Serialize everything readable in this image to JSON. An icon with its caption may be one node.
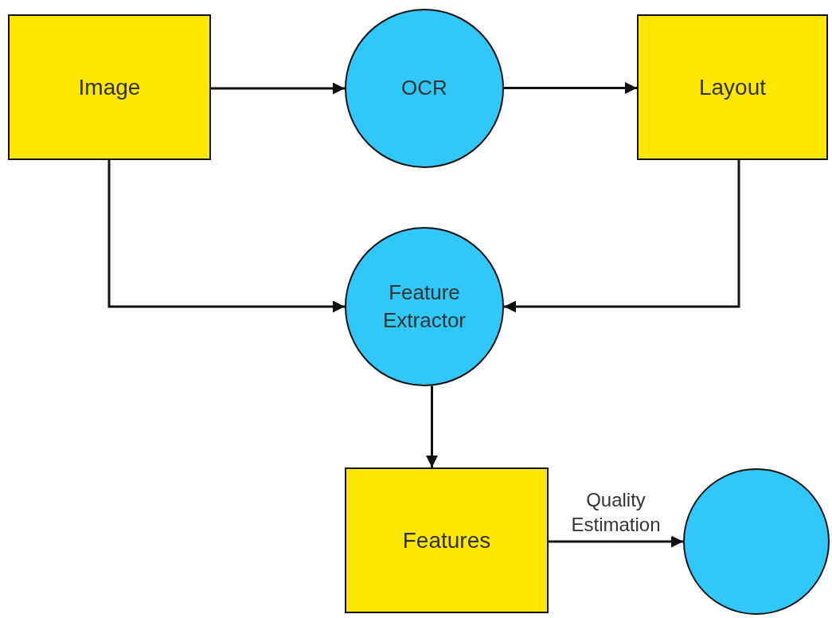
{
  "diagram": {
    "nodes": [
      {
        "text": [
          "Image"
        ]
      },
      {
        "text": [
          "OCR"
        ]
      },
      {
        "text": [
          "Layout"
        ]
      },
      {
        "text": [
          "Feature Extractor"
        ]
      },
      {
        "text": [
          "Features"
        ]
      },
      {
        "text": [],
        "shape": "circle"
      }
    ],
    "edges": [
      {
        "from": 0,
        "to": 1,
        "arrow": "to"
      },
      {
        "from": 1,
        "to": 2,
        "arrow": "to"
      },
      {
        "from": 0,
        "to": 3,
        "arrow": "to"
      },
      {
        "from": 2,
        "to": 3,
        "arrow": "to"
      },
      {
        "from": 3,
        "to": 4,
        "arrow": "to"
      },
      {
        "from": 4,
        "to": 5,
        "arrow": "to",
        "label": "Quality Estimation"
      }
    ]
  }
}
